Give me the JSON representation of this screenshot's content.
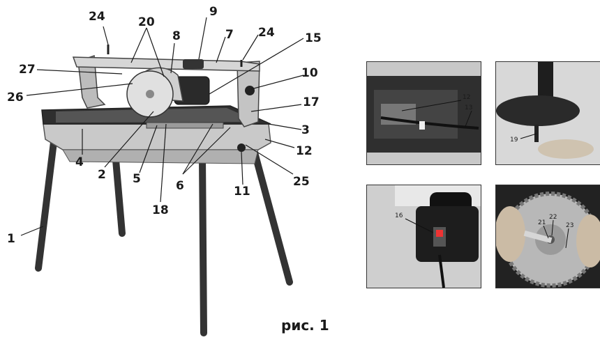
{
  "caption": "рис. 1",
  "main_callouts": {
    "c24a": "24",
    "c20": "20",
    "c9": "9",
    "c8": "8",
    "c7": "7",
    "c24b": "24",
    "c15": "15",
    "c27": "27",
    "c10": "10",
    "c26": "26",
    "c17": "17",
    "c3": "3",
    "c4": "4",
    "c12": "12",
    "c2": "2",
    "c5": "5",
    "c6": "6",
    "c25": "25",
    "c11": "11",
    "c18": "18",
    "c1": "1"
  },
  "photo1": {
    "c12": "12",
    "c13": "13"
  },
  "photo2": {
    "c19": "19"
  },
  "photo3": {
    "c16": "16"
  },
  "photo4": {
    "c21": "21",
    "c22": "22",
    "c23": "23"
  }
}
